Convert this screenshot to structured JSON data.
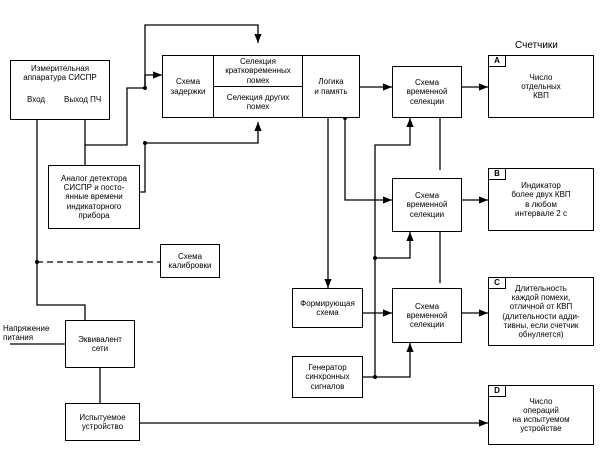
{
  "counters_title": "Счетчики",
  "blocks": {
    "measuring": "Измерительная\nаппаратура СИСПР",
    "input_label": "Вход",
    "if_out_label": "Выход ПЧ",
    "delay": "Схема\nзадержки",
    "sel_short": "Селекция\nкратковременных\nпомех",
    "sel_other": "Селекция других\nпомех",
    "logic": "Логика\nи память",
    "time_sel_1": "Схема\nвременной\nселекции",
    "time_sel_2": "Схема\nвременной\nселекции",
    "time_sel_3": "Схема\nвременной\nселекции",
    "analog": "Аналог детектора\nСИСПР и посто-\nянные времени\nиндикаторного\nприбора",
    "calibration": "Схема\nкалибровки",
    "shaping": "Формирующая\nсхема",
    "generator": "Генератор\nсинхронных\nсигналов",
    "supply_label": "Напряжение\nпитания",
    "network": "Эквивалент\nсети",
    "dut": "Испытуемое\nустройство"
  },
  "counters": [
    {
      "tag": "A",
      "text": "Число\nотдельных\nКВП"
    },
    {
      "tag": "B",
      "text": "Индикатор\nболее двух КВП\nв любом\nинтервале 2 с"
    },
    {
      "tag": "C",
      "text": "Длительность\nкаждой помехи,\nотличной от КВП\n(длительности адди-\nтивны, если счетчик\nобнуляется)"
    },
    {
      "tag": "D",
      "text": "Число\nопераций\nна испытуемом\nустройстве"
    }
  ]
}
